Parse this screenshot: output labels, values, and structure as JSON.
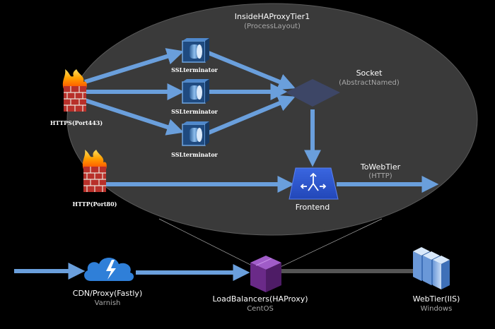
{
  "container": {
    "title": "InsideHAProxyTier1",
    "subtitle": "(ProcessLayout)"
  },
  "nodes": {
    "https": {
      "label": "HTTPS(Port443)",
      "icon": "firewall-fire-icon"
    },
    "http": {
      "label": "HTTP(Port80)",
      "icon": "firewall-fire-icon"
    },
    "ssl_1": {
      "label": "SSLterminator",
      "icon": "ssl-cylinder-icon"
    },
    "ssl_2": {
      "label": "SSLterminator",
      "icon": "ssl-cylinder-icon"
    },
    "ssl_3": {
      "label": "SSLterminator",
      "icon": "ssl-cylinder-icon"
    },
    "socket": {
      "label": "Socket",
      "sublabel": "(AbstractNamed)",
      "icon": "diamond-icon"
    },
    "frontend": {
      "label": "Frontend",
      "icon": "frontend-split-icon"
    },
    "towebtier": {
      "label": "ToWebTier",
      "sublabel": "(HTTP)"
    },
    "cdn": {
      "label": "CDN/Proxy(Fastly)",
      "sublabel": "Varnish",
      "icon": "cloud-lightning-icon"
    },
    "lb": {
      "label": "LoadBalancers(HAProxy)",
      "sublabel": "CentOS",
      "icon": "purple-box-icon"
    },
    "web": {
      "label": "WebTier(IIS)",
      "sublabel": "Windows",
      "icon": "server-stack-icon"
    }
  },
  "colors": {
    "background": "#000000",
    "container_fill": "#3a3a3a",
    "arrow": "#6a9fdc",
    "frontend": "#2d55cc",
    "socket": "#3d4666",
    "lb": "#6a2a88",
    "link": "#555555"
  }
}
